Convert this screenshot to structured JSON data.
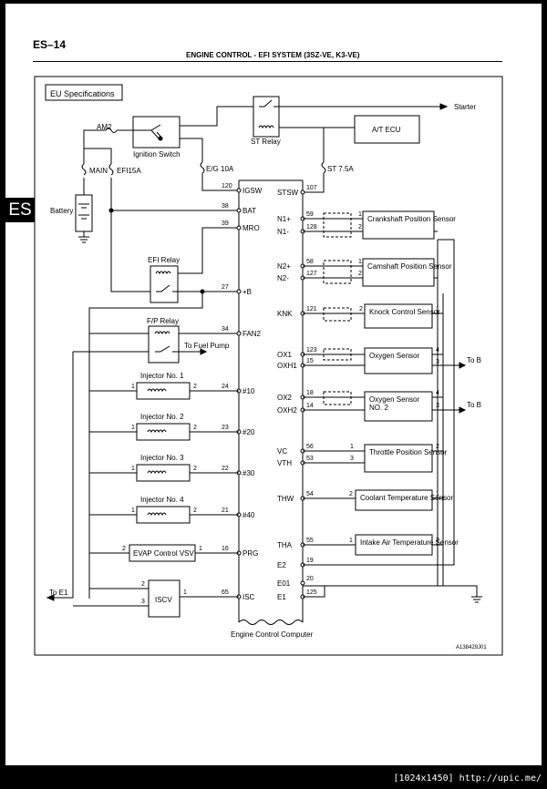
{
  "page": {
    "page_number": "ES–14",
    "title": "ENGINE CONTROL - EFI SYSTEM (3SZ-VE, K3-VE)",
    "section_tab": "ES",
    "footer": "[1024x1450] http://upic.me/"
  },
  "diagram": {
    "spec_label": "EU Specifications",
    "figure_code": "A138429J01",
    "ecu_label": "Engine Control Computer",
    "power": {
      "am2": "AM2",
      "main": "MAIN",
      "efi15a": "EFI15A",
      "battery": "Battery",
      "ignition_switch": "Ignition Switch",
      "eg10a": "E/G 10A",
      "st75a": "ST 7.5A",
      "st_relay": "ST Relay",
      "starter": "Starter",
      "at_ecu": "A/T ECU",
      "efi_relay": "EFI Relay",
      "fp_relay": "F/P Relay",
      "to_fuel_pump": "To Fuel Pump",
      "to_e1": "To E1"
    },
    "left_terminals": [
      {
        "pin": "120",
        "name": "IGSW"
      },
      {
        "pin": "38",
        "name": "BAT"
      },
      {
        "pin": "39",
        "name": "MRO"
      },
      {
        "pin": "27",
        "name": "+B"
      },
      {
        "pin": "34",
        "name": "FAN2"
      },
      {
        "pin": "24",
        "name": "#10"
      },
      {
        "pin": "23",
        "name": "#20"
      },
      {
        "pin": "22",
        "name": "#30"
      },
      {
        "pin": "21",
        "name": "#40"
      },
      {
        "pin": "16",
        "name": "PRG"
      },
      {
        "pin": "65",
        "name": "ISC"
      }
    ],
    "right_terminals": [
      {
        "pin": "107",
        "name": "STSW"
      },
      {
        "pin": "59",
        "name": "N1+"
      },
      {
        "pin": "128",
        "name": "N1-"
      },
      {
        "pin": "58",
        "name": "N2+"
      },
      {
        "pin": "127",
        "name": "N2-"
      },
      {
        "pin": "121",
        "name": "KNK"
      },
      {
        "pin": "123",
        "name": "OX1"
      },
      {
        "pin": "15",
        "name": "OXH1"
      },
      {
        "pin": "18",
        "name": "OX2"
      },
      {
        "pin": "14",
        "name": "OXH2"
      },
      {
        "pin": "56",
        "name": "VC"
      },
      {
        "pin": "53",
        "name": "VTH"
      },
      {
        "pin": "54",
        "name": "THW"
      },
      {
        "pin": "55",
        "name": "THA"
      },
      {
        "pin": "19",
        "name": "E2"
      },
      {
        "pin": "20",
        "name": "E01"
      },
      {
        "pin": "125",
        "name": "E1"
      }
    ],
    "injectors": [
      "Injector No. 1",
      "Injector No. 2",
      "Injector No. 3",
      "Injector No. 4"
    ],
    "evap_vsv": "EVAP Control VSV",
    "iscv": "ISCV",
    "sensors": {
      "crankshaft": "Crankshaft Position Sensor",
      "camshaft": "Camshaft Position Sensor",
      "knock": "Knock Control Sensor",
      "oxygen1": "Oxygen Sensor",
      "oxygen2_line1": "Oxygen Sensor",
      "oxygen2_line2": "NO. 2",
      "throttle": "Throttle Position Sensor",
      "coolant": "Coolant Temperature Sensor",
      "intake_air": "Intake Air Temperature Sensor"
    },
    "to_b": "To B",
    "pin_labels": {
      "p1": "1",
      "p2": "2",
      "p3": "3",
      "p4": "4"
    }
  }
}
